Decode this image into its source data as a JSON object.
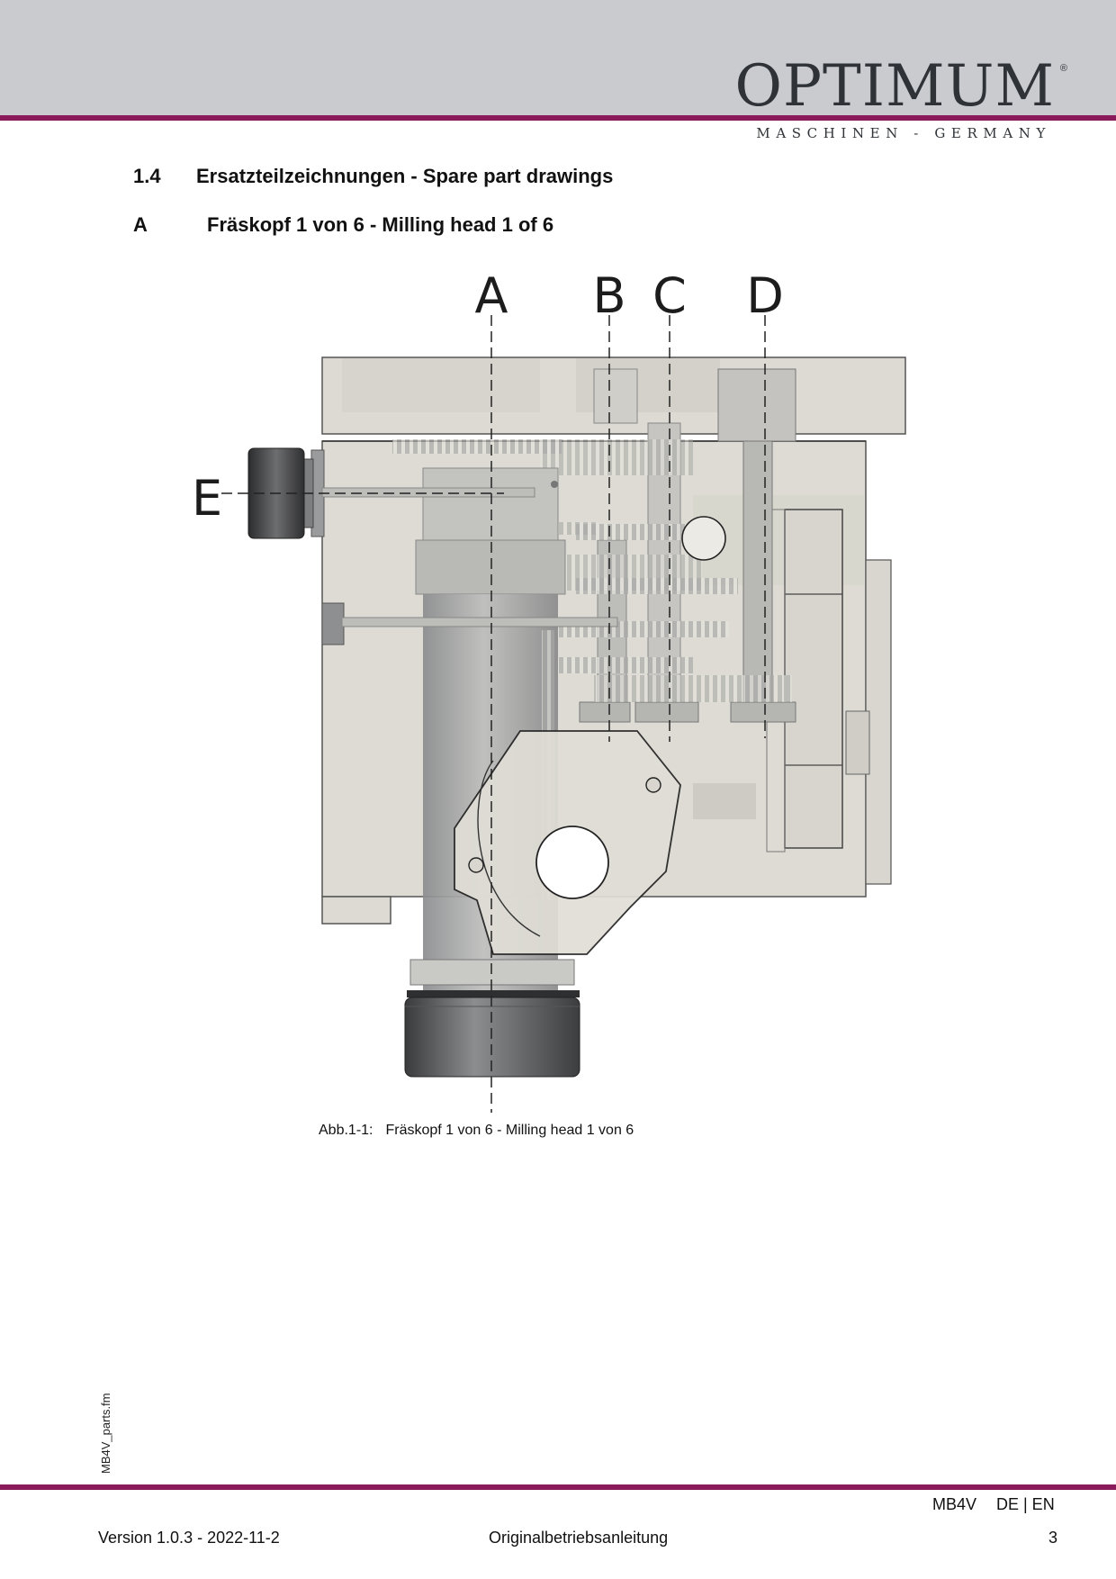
{
  "header": {
    "brand": "OPTIMUM",
    "registered": "®",
    "tagline": "MASCHINEN - GERMANY"
  },
  "section": {
    "number": "1.4",
    "title": "Ersatzteilzeichnungen - Spare part drawings"
  },
  "subsection": {
    "letter": "A",
    "title": "Fräskopf 1 von 6 - Milling head 1 of 6"
  },
  "figure": {
    "callouts": [
      "A",
      "B",
      "C",
      "D",
      "E"
    ],
    "caption_label": "Abb.1-1:",
    "caption_text": "Fräskopf 1 von 6 - Milling head 1 von 6"
  },
  "side_file": "MB4V_parts.fm",
  "footer": {
    "model": "MB4V",
    "languages": "DE | EN",
    "version": "Version 1.0.3 - 2022-11-2",
    "doc_type": "Originalbetriebsanleitung",
    "page": "3"
  }
}
